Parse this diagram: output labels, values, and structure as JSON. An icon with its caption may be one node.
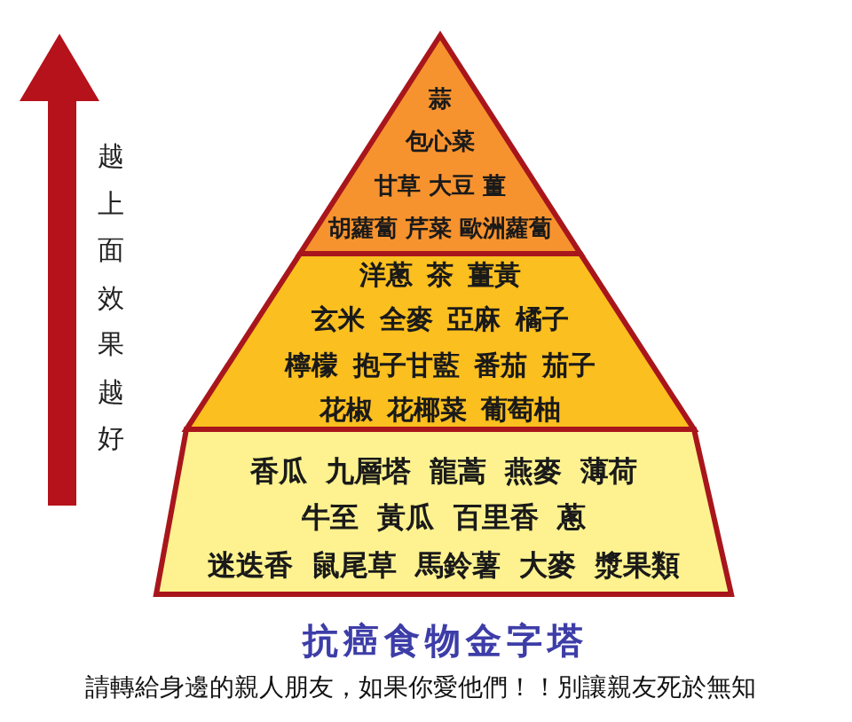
{
  "diagram": {
    "title": "抗癌食物金字塔",
    "caption": "請轉給身邊的親人朋友，如果你愛他們！！別讓親友死於無知",
    "nodes": [
      {
        "text": [
          "蒜",
          "包心菜",
          "甘草 大豆 薑",
          "胡蘿蔔 芹菜 歐洲蘿蔔"
        ]
      },
      {
        "text": [
          "洋蔥 茶 薑黃",
          "玄米 全麥 亞麻 橘子",
          "檸檬 抱子甘藍 番茄 茄子",
          "花椒 花椰菜 葡萄柚"
        ]
      },
      {
        "text": [
          "香瓜 九層塔 龍蒿 燕麥 薄荷",
          "牛至 黃瓜 百里香 蔥",
          "迷迭香 鼠尾草 馬鈴薯 大麥 漿果類"
        ]
      }
    ],
    "labels": [
      "越上面效果越好"
    ]
  }
}
